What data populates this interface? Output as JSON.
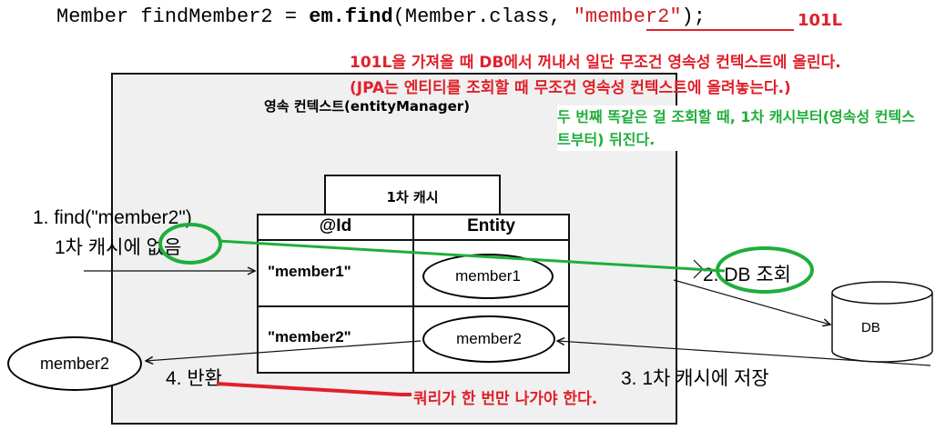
{
  "code": {
    "prefix": "Member findMember2 = ",
    "em_find": "em.find",
    "args_open": "(Member.class, ",
    "string_arg": "\"member2\"",
    "close": ");"
  },
  "annotations": {
    "id_note": "101L",
    "line1": "101L을 가져올 때 DB에서 꺼내서 일단 무조건 영속성 컨텍스트에 올린다.",
    "line2": "(JPA는 엔티티를 조회할 때 무조건 영속성 컨텍스트에 올려놓는다.)",
    "green_note": "두 번째 똑같은 걸 조회할 때, 1차 캐시부터(영속성 컨텍스트부터) 뒤진다.",
    "query_note": "쿼리가 한 번만 나가야 한다."
  },
  "diagram": {
    "context_title": "영속 컨텍스트(entityManager)",
    "cache_title": "1차 캐시",
    "table_headers": [
      "@Id",
      "Entity"
    ],
    "rows": [
      {
        "id": "\"member1\"",
        "entity": "member1"
      },
      {
        "id": "\"member2\"",
        "entity": "member2"
      }
    ],
    "step1_line1": "1. find(\"member2\")",
    "step1_line2_prefix": "1차 캐시에 ",
    "step1_line2_highlight": "없음",
    "step2_prefix": "2. ",
    "step2_highlight": "DB 조회",
    "step3": "3. 1차 캐시에 저장",
    "step4": "4. 반환",
    "db_label": "DB",
    "result_label": "member2"
  },
  "colors": {
    "red": "#e0202a",
    "green": "#1fae3a",
    "context_bg": "#f0f0f0"
  }
}
